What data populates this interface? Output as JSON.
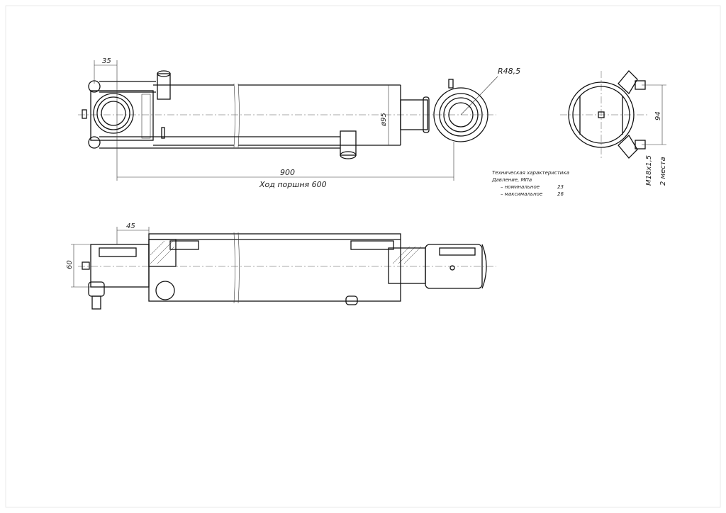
{
  "drawing": {
    "top_view": {
      "dim_mount_offset": "35",
      "dim_overall_length": "900",
      "dim_stroke": "Ход поршня 600",
      "dim_bore": "ø95",
      "dim_eye_radius": "R48,5"
    },
    "end_view": {
      "dim_port_spacing": "94",
      "port_thread": "М18х1,5",
      "port_count": "2 места"
    },
    "section_view": {
      "dim_offset": "45",
      "dim_height": "60"
    },
    "specs": {
      "title": "Техническая характеристика",
      "pressure_label": "Давление, МПа",
      "nominal_label": "– номинальное",
      "nominal_value": "23",
      "max_label": "– максимальное",
      "max_value": "26"
    }
  }
}
